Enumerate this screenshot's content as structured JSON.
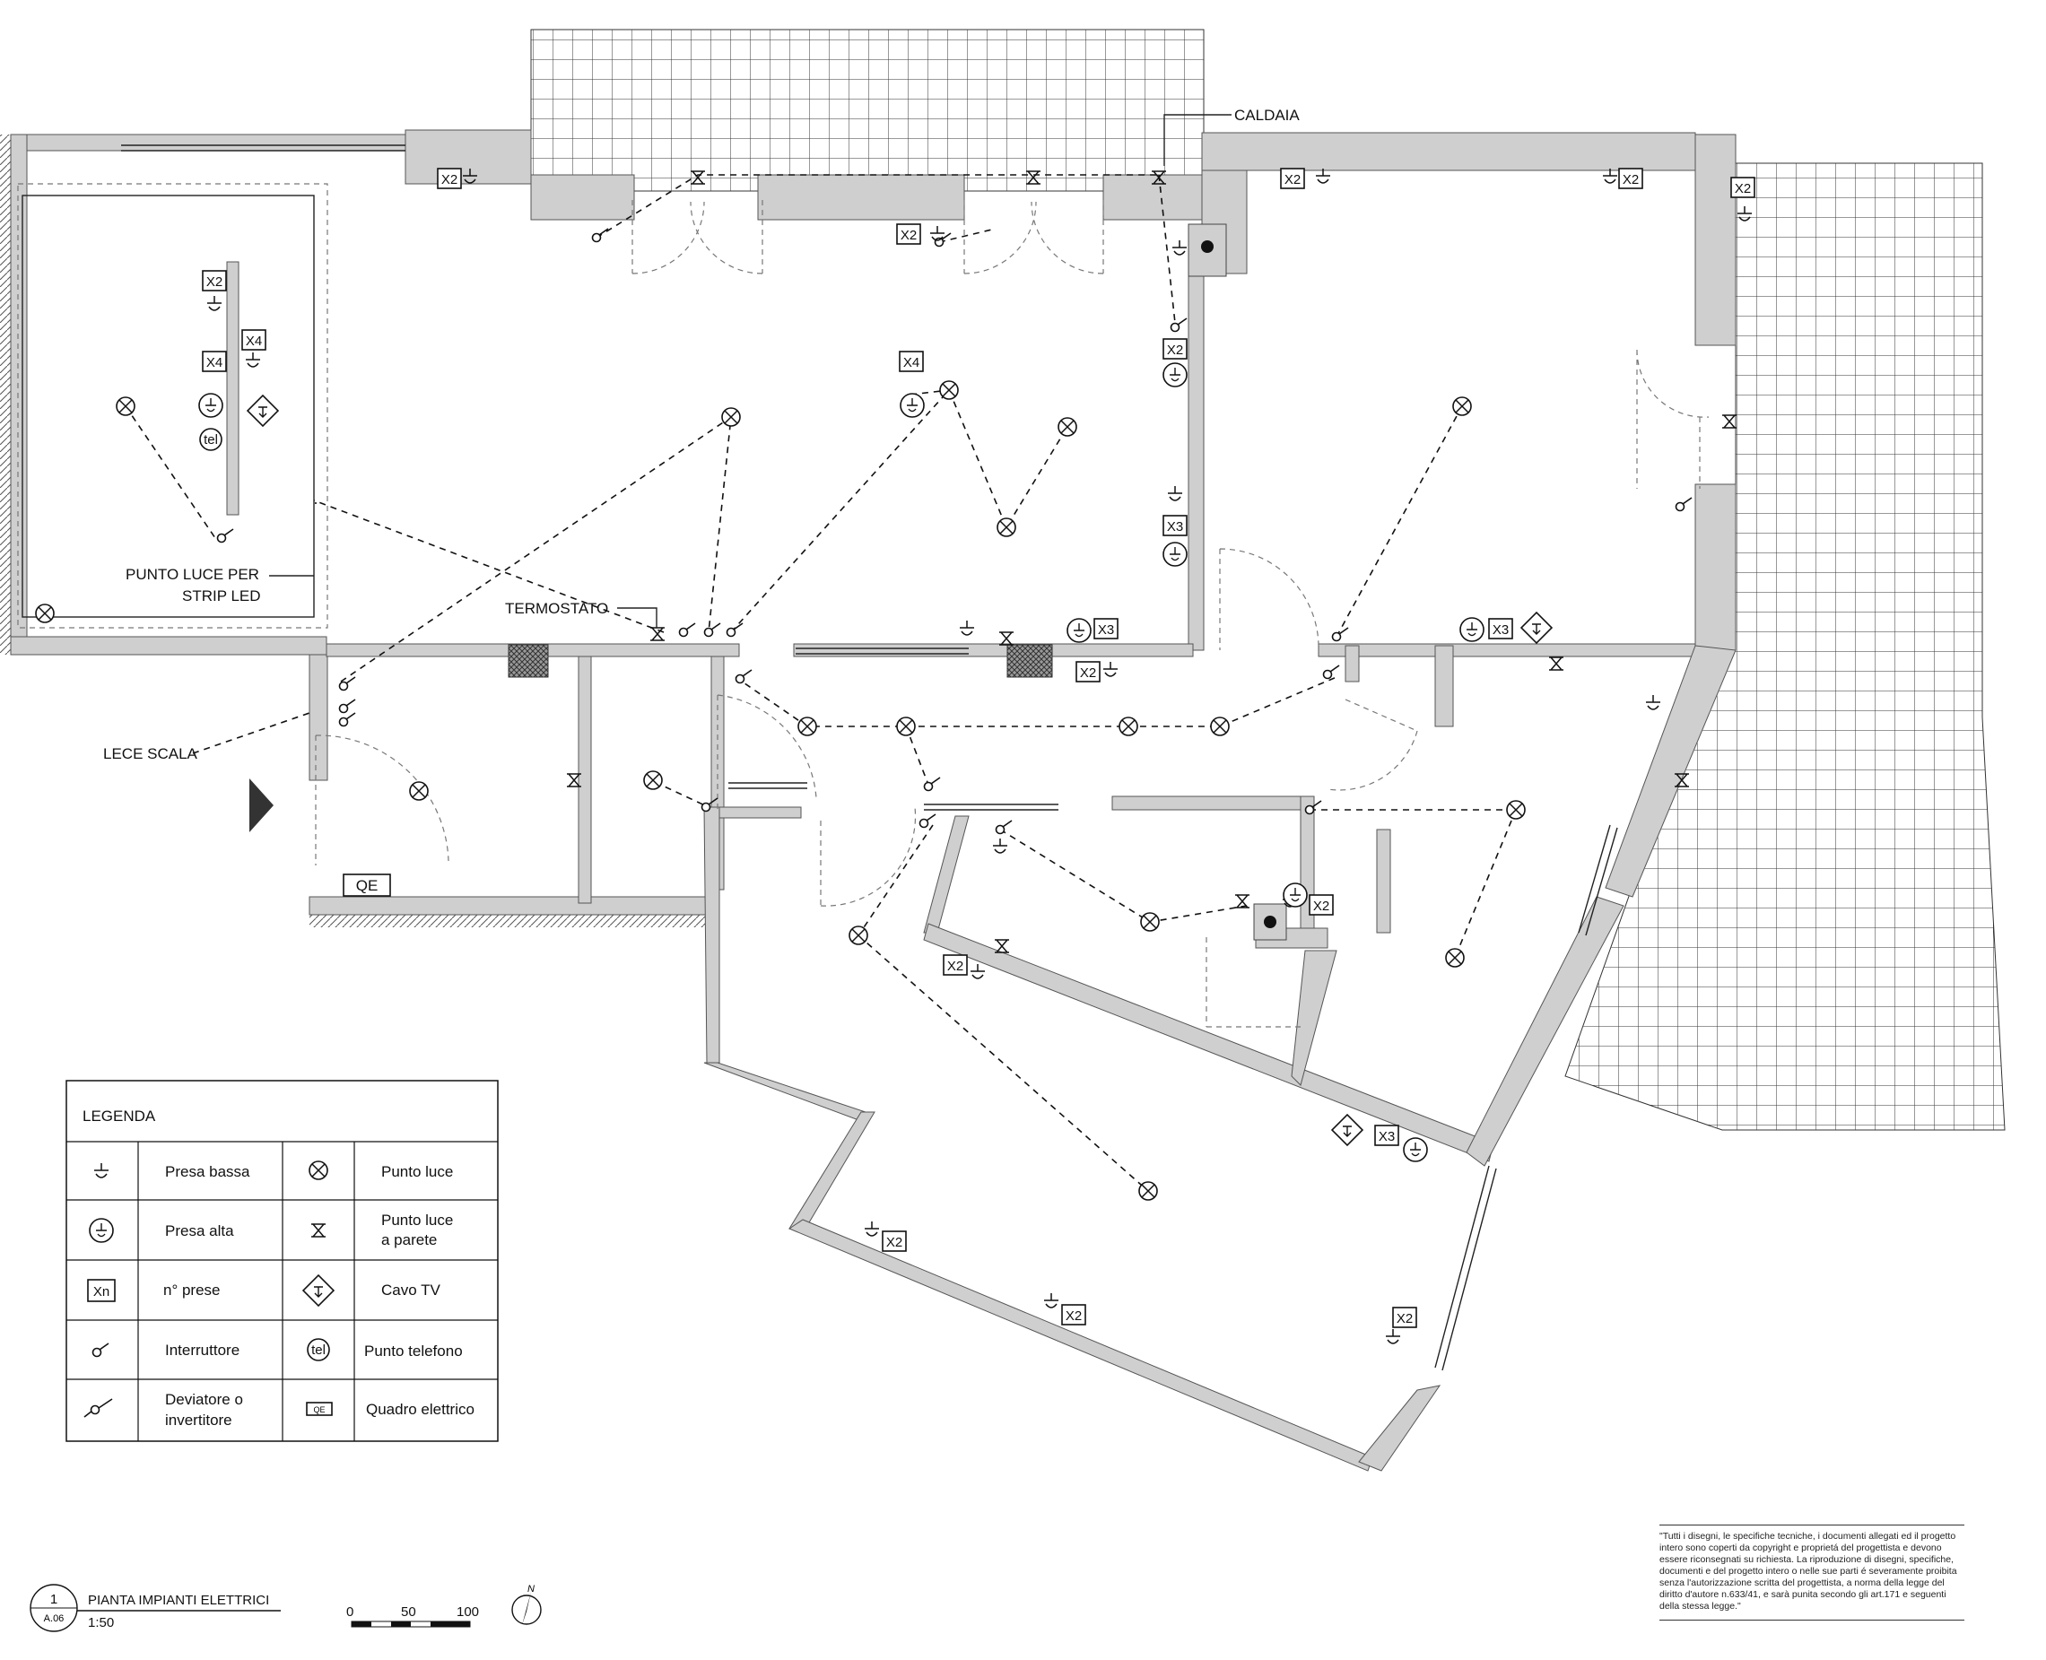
{
  "callouts": {
    "caldaia": "CALDAIA",
    "termostato": "TERMOSTATO",
    "strip_led_1": "PUNTO LUCE PER",
    "strip_led_2": "STRIP LED",
    "lece_scala": "LECE SCALA",
    "qe": "QE"
  },
  "outlet_tags": {
    "x2": "X2",
    "x3": "X3",
    "x4": "X4"
  },
  "legend": {
    "title": "LEGENDA",
    "rows": [
      {
        "left_label": "Presa bassa",
        "left_icon": "low-socket-icon",
        "right_label": "Punto luce",
        "right_icon": "ceiling-light-icon"
      },
      {
        "left_label": "Presa alta",
        "left_icon": "high-socket-icon",
        "right_label": "Punto luce",
        "right_label_2": "a parete",
        "right_icon": "wall-light-icon"
      },
      {
        "left_label": "n° prese",
        "left_icon": "socket-count-icon",
        "left_icon_text": "Xn",
        "right_label": "Cavo TV",
        "right_icon": "tv-cable-icon"
      },
      {
        "left_label": "Interruttore",
        "left_icon": "switch-icon",
        "right_label": "Punto telefono",
        "right_icon": "phone-point-icon",
        "right_icon_text": "tel"
      },
      {
        "left_label": "Deviatore o",
        "left_label_2": "invertitore",
        "left_icon": "two-way-switch-icon",
        "right_label": "Quadro elettrico",
        "right_icon": "electrical-panel-icon",
        "right_icon_text": "QE"
      }
    ]
  },
  "title_block": {
    "number": "1",
    "sheet": "A.06",
    "title": "PIANTA IMPIANTI ELETTRICI",
    "scale": "1:50"
  },
  "scale_bar": {
    "ticks": [
      "0",
      "50",
      "100"
    ]
  },
  "north": "N",
  "copyright": "\"Tutti i disegni, le specifiche tecniche, i documenti allegati ed il progetto intero sono coperti da copyright e proprietá del progettista e devono essere riconsegnati su richiesta.  La riproduzione di disegni, specifiche, documenti e del progetto intero o nelle sue parti é severamente proibita senza l'autorizzazione scritta del progettista, a norma della legge del diritto d'autore n.633/41, e sarà punita secondo gli art.171 e seguenti della stessa legge.\"",
  "colors": {
    "wall": "#cfcfcf",
    "line": "#111111",
    "hatch": "#333333"
  }
}
